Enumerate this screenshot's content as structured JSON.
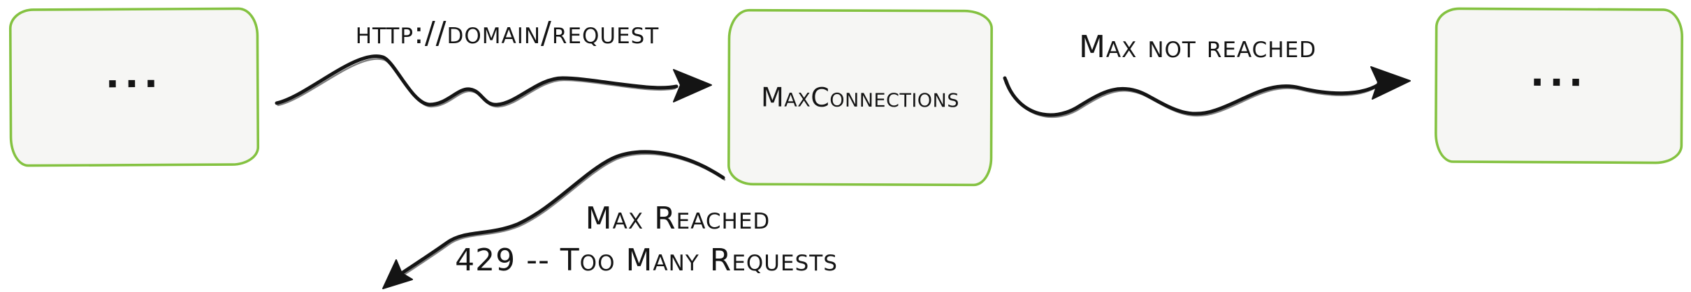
{
  "diagram": {
    "nodes": {
      "left": {
        "label": "..."
      },
      "center": {
        "label": "MaxConnections"
      },
      "right": {
        "label": "..."
      }
    },
    "edges": {
      "request": {
        "label": "http://domain/request"
      },
      "max_not_reached": {
        "label": "Max not reached"
      },
      "max_reached": {
        "line1": "Max Reached",
        "line2": "429 -- Too Many Requests"
      }
    },
    "colors": {
      "box_border": "#84c241",
      "box_fill": "#f6f6f4",
      "ink": "#141414"
    }
  }
}
